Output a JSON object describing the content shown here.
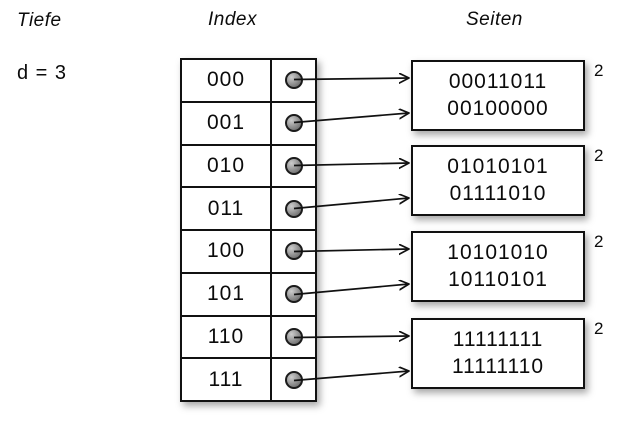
{
  "diagram": {
    "tiefe_label": "Tiefe",
    "global_depth": "d = 3",
    "index_label": "Index",
    "seiten_label": "Seiten",
    "index_entries": [
      {
        "bits": "000",
        "page": 0
      },
      {
        "bits": "001",
        "page": 0
      },
      {
        "bits": "010",
        "page": 1
      },
      {
        "bits": "011",
        "page": 1
      },
      {
        "bits": "100",
        "page": 2
      },
      {
        "bits": "101",
        "page": 2
      },
      {
        "bits": "110",
        "page": 3
      },
      {
        "bits": "111",
        "page": 3
      }
    ],
    "pages": [
      {
        "entries": [
          "00011011",
          "00100000"
        ],
        "local_depth": "2"
      },
      {
        "entries": [
          "01010101",
          "01111010"
        ],
        "local_depth": "2"
      },
      {
        "entries": [
          "10101010",
          "10110101"
        ],
        "local_depth": "2"
      },
      {
        "entries": [
          "11111111",
          "11111110"
        ],
        "local_depth": "2"
      }
    ],
    "colors": {
      "stroke": "#111111",
      "background": "#ffffff",
      "dot_fill": "#8d8d8d"
    }
  }
}
